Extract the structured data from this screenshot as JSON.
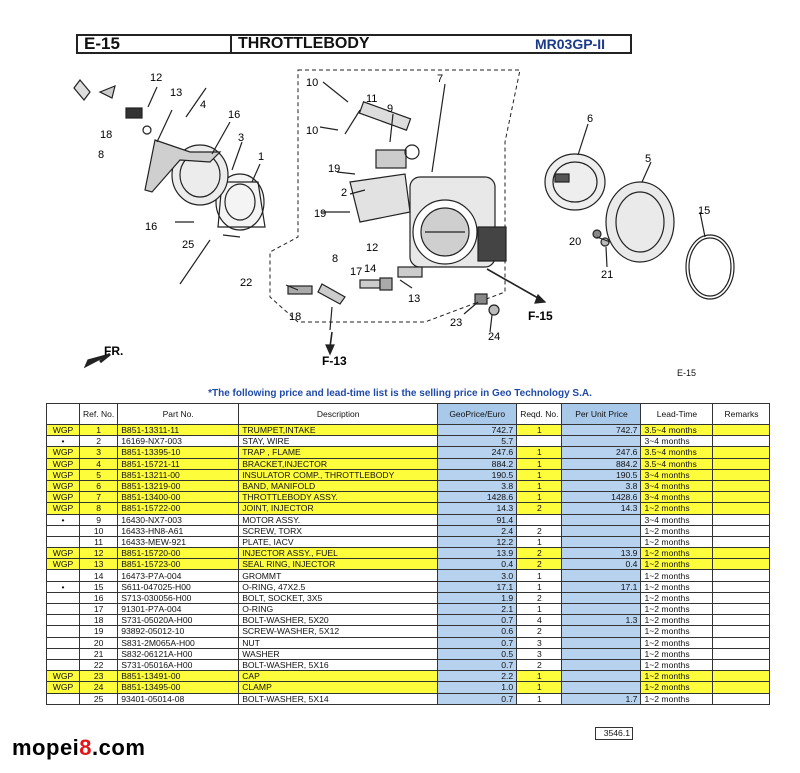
{
  "header": {
    "section": "E-15",
    "title": "THROTTLEBODY",
    "model": "MR03GP-II"
  },
  "diagram": {
    "page_id": "E-15",
    "callouts": [
      "1",
      "2",
      "3",
      "4",
      "5",
      "6",
      "7",
      "8",
      "9",
      "10",
      "11",
      "12",
      "13",
      "14",
      "15",
      "16",
      "17",
      "18",
      "19",
      "20",
      "21",
      "22",
      "23",
      "24",
      "25"
    ],
    "refs": {
      "f13": "F-13",
      "f15": "F-15",
      "front": "FR."
    }
  },
  "note": "*The following price and lead-time list is the selling price in Geo Technology S.A.",
  "table": {
    "headers": [
      "",
      "Ref. No.",
      "Part No.",
      "Description",
      "GeoPrice/Euro",
      "Reqd. No.",
      "Per Unit Price",
      "Lead-Time",
      "Remarks"
    ],
    "rows": [
      {
        "tag": "WGP",
        "ref": "1",
        "part": "B851-13311-11",
        "desc": "TRUMPET,INTAKE",
        "price": "742.7",
        "qty": "1",
        "unit": "742.7",
        "lead": "3.5~4 months",
        "hl": true
      },
      {
        "tag": "•",
        "ref": "2",
        "part": "16169-NX7-003",
        "desc": "STAY, WIRE",
        "price": "5.7",
        "qty": "",
        "unit": "",
        "lead": "3~4 months",
        "hl": false
      },
      {
        "tag": "WGP",
        "ref": "3",
        "part": "B851-13395-10",
        "desc": "TRAP , FLAME",
        "price": "247.6",
        "qty": "1",
        "unit": "247.6",
        "lead": "3.5~4 months",
        "hl": true
      },
      {
        "tag": "WGP",
        "ref": "4",
        "part": "B851-15721-11",
        "desc": "BRACKET,INJECTOR",
        "price": "884.2",
        "qty": "1",
        "unit": "884.2",
        "lead": "3.5~4 months",
        "hl": true
      },
      {
        "tag": "WGP",
        "ref": "5",
        "part": "B851-13211-00",
        "desc": "INSULATOR COMP., THROTTLEBODY",
        "price": "190.5",
        "qty": "1",
        "unit": "190.5",
        "lead": "3~4 months",
        "hl": true
      },
      {
        "tag": "WGP",
        "ref": "6",
        "part": "B851-13219-00",
        "desc": "BAND, MANIFOLD",
        "price": "3.8",
        "qty": "1",
        "unit": "3.8",
        "lead": "3~4 months",
        "hl": true
      },
      {
        "tag": "WGP",
        "ref": "7",
        "part": "B851-13400-00",
        "desc": "THROTTLEBODY ASSY.",
        "price": "1428.6",
        "qty": "1",
        "unit": "1428.6",
        "lead": "3~4 months",
        "hl": true
      },
      {
        "tag": "WGP",
        "ref": "8",
        "part": "B851-15722-00",
        "desc": "JOINT, INJECTOR",
        "price": "14.3",
        "qty": "2",
        "unit": "14.3",
        "lead": "1~2 months",
        "hl": true
      },
      {
        "tag": "•",
        "ref": "9",
        "part": "16430-NX7-003",
        "desc": "MOTOR ASSY.",
        "price": "91.4",
        "qty": "",
        "unit": "",
        "lead": "3~4 months",
        "hl": false
      },
      {
        "tag": "",
        "ref": "10",
        "part": "16433-HN8-A61",
        "desc": "SCREW, TORX",
        "price": "2.4",
        "qty": "2",
        "unit": "",
        "lead": "1~2 months",
        "hl": false
      },
      {
        "tag": "",
        "ref": "11",
        "part": "16433-MEW-921",
        "desc": "PLATE, IACV",
        "price": "12.2",
        "qty": "1",
        "unit": "",
        "lead": "1~2 months",
        "hl": false
      },
      {
        "tag": "WGP",
        "ref": "12",
        "part": "B851-15720-00",
        "desc": "INJECTOR ASSY., FUEL",
        "price": "13.9",
        "qty": "2",
        "unit": "13.9",
        "lead": "1~2 months",
        "hl": true
      },
      {
        "tag": "WGP",
        "ref": "13",
        "part": "B851-15723-00",
        "desc": "SEAL RING, INJECTOR",
        "price": "0.4",
        "qty": "2",
        "unit": "0.4",
        "lead": "1~2 months",
        "hl": true
      },
      {
        "tag": "",
        "ref": "14",
        "part": "16473-P7A-004",
        "desc": "GROMMT",
        "price": "3.0",
        "qty": "1",
        "unit": "",
        "lead": "1~2 months",
        "hl": false
      },
      {
        "tag": "•",
        "ref": "15",
        "part": "S611-047025-H00",
        "desc": "O-RING, 47X2.5",
        "price": "17.1",
        "qty": "1",
        "unit": "17.1",
        "lead": "1~2 months",
        "hl": false
      },
      {
        "tag": "",
        "ref": "16",
        "part": "S713-030056-H00",
        "desc": "BOLT, SOCKET, 3X5",
        "price": "1.9",
        "qty": "2",
        "unit": "",
        "lead": "1~2 months",
        "hl": false
      },
      {
        "tag": "",
        "ref": "17",
        "part": "91301-P7A-004",
        "desc": "O-RING",
        "price": "2.1",
        "qty": "1",
        "unit": "",
        "lead": "1~2 months",
        "hl": false
      },
      {
        "tag": "",
        "ref": "18",
        "part": "S731-05020A-H00",
        "desc": "BOLT-WASHER, 5X20",
        "price": "0.7",
        "qty": "4",
        "unit": "1.3",
        "lead": "1~2 months",
        "hl": false
      },
      {
        "tag": "",
        "ref": "19",
        "part": "93892-05012-10",
        "desc": "SCREW-WASHER, 5X12",
        "price": "0.6",
        "qty": "2",
        "unit": "",
        "lead": "1~2 months",
        "hl": false
      },
      {
        "tag": "",
        "ref": "20",
        "part": "S831-2M065A-H00",
        "desc": "NUT",
        "price": "0.7",
        "qty": "3",
        "unit": "",
        "lead": "1~2 months",
        "hl": false
      },
      {
        "tag": "",
        "ref": "21",
        "part": "S832-06121A-H00",
        "desc": "WASHER",
        "price": "0.5",
        "qty": "3",
        "unit": "",
        "lead": "1~2 months",
        "hl": false
      },
      {
        "tag": "",
        "ref": "22",
        "part": "S731-05016A-H00",
        "desc": "BOLT-WASHER, 5X16",
        "price": "0.7",
        "qty": "2",
        "unit": "",
        "lead": "1~2 months",
        "hl": false
      },
      {
        "tag": "WGP",
        "ref": "23",
        "part": "B851-13491-00",
        "desc": "CAP",
        "price": "2.2",
        "qty": "1",
        "unit": "",
        "lead": "1~2 months",
        "hl": true
      },
      {
        "tag": "WGP",
        "ref": "24",
        "part": "B851-13495-00",
        "desc": "CLAMP",
        "price": "1.0",
        "qty": "1",
        "unit": "",
        "lead": "1~2 months",
        "hl": true
      },
      {
        "tag": "",
        "ref": "25",
        "part": "93401-05014-08",
        "desc": "BOLT-WASHER, 5X14",
        "price": "0.7",
        "qty": "1",
        "unit": "1.7",
        "lead": "1~2 months",
        "hl": false
      }
    ],
    "total": "3546.1"
  },
  "watermark": {
    "prefix": "mopei",
    "accent": "8",
    "suffix": ".com"
  }
}
